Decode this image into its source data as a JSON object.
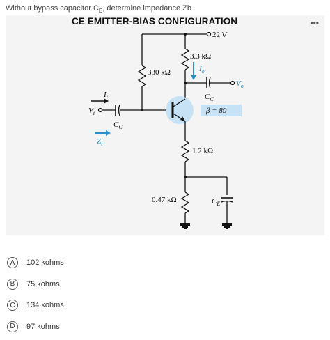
{
  "question": {
    "text_before": "Without bypass capacitor C",
    "subscript": "E",
    "text_after": ", determine impedance Zb"
  },
  "figure": {
    "title": "CE EMITTER-BIAS CONFIGURATION",
    "more_icon": "•••",
    "labels": {
      "vcc": "22 V",
      "rc": "3.3 kΩ",
      "io": "I",
      "io_sub": "o",
      "rb": "330 kΩ",
      "vo": "V",
      "vo_sub": "o",
      "cc_out": "C",
      "cc_out_sub": "C",
      "ii": "I",
      "ii_sub": "i",
      "vi": "V",
      "vi_sub": "i",
      "beta": "β = 80",
      "cc_in": "C",
      "cc_in_sub": "C",
      "zi": "Z",
      "zi_sub": "i",
      "re1": "1.2 kΩ",
      "re2": "0.47 kΩ",
      "ce": "C",
      "ce_sub": "E"
    }
  },
  "choices": [
    {
      "letter": "A",
      "label": "102 kohms"
    },
    {
      "letter": "B",
      "label": "75 kohms"
    },
    {
      "letter": "C",
      "label": "134 kohms"
    },
    {
      "letter": "D",
      "label": "97 kohms"
    }
  ],
  "colors": {
    "accent_blue": "#2a90c8",
    "transistor_fill": "#c6e2f4",
    "beta_box": "#c6e2f4"
  }
}
